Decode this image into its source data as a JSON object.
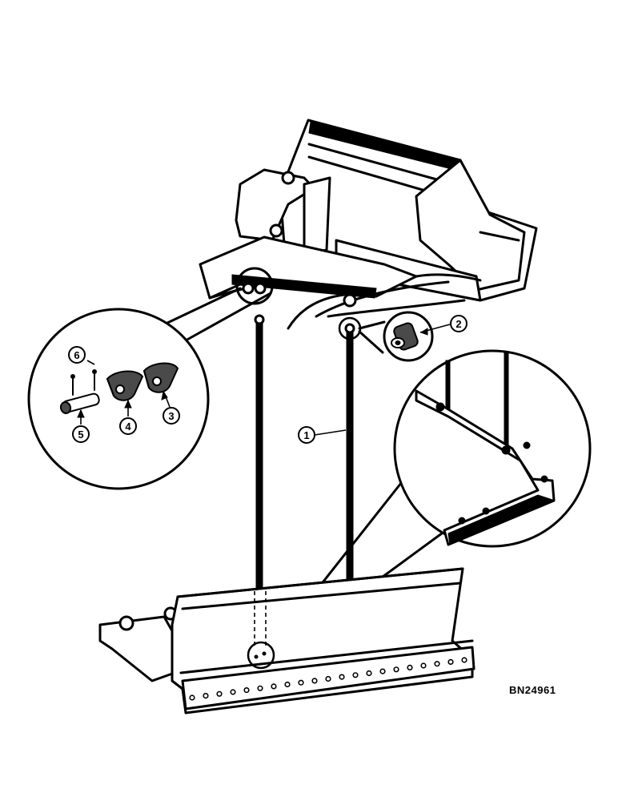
{
  "figure_code": "BN24961",
  "callouts": [
    {
      "id": "1",
      "label": "1"
    },
    {
      "id": "2",
      "label": "2"
    },
    {
      "id": "3",
      "label": "3"
    },
    {
      "id": "4",
      "label": "4"
    },
    {
      "id": "5",
      "label": "5"
    },
    {
      "id": "6",
      "label": "6"
    }
  ]
}
